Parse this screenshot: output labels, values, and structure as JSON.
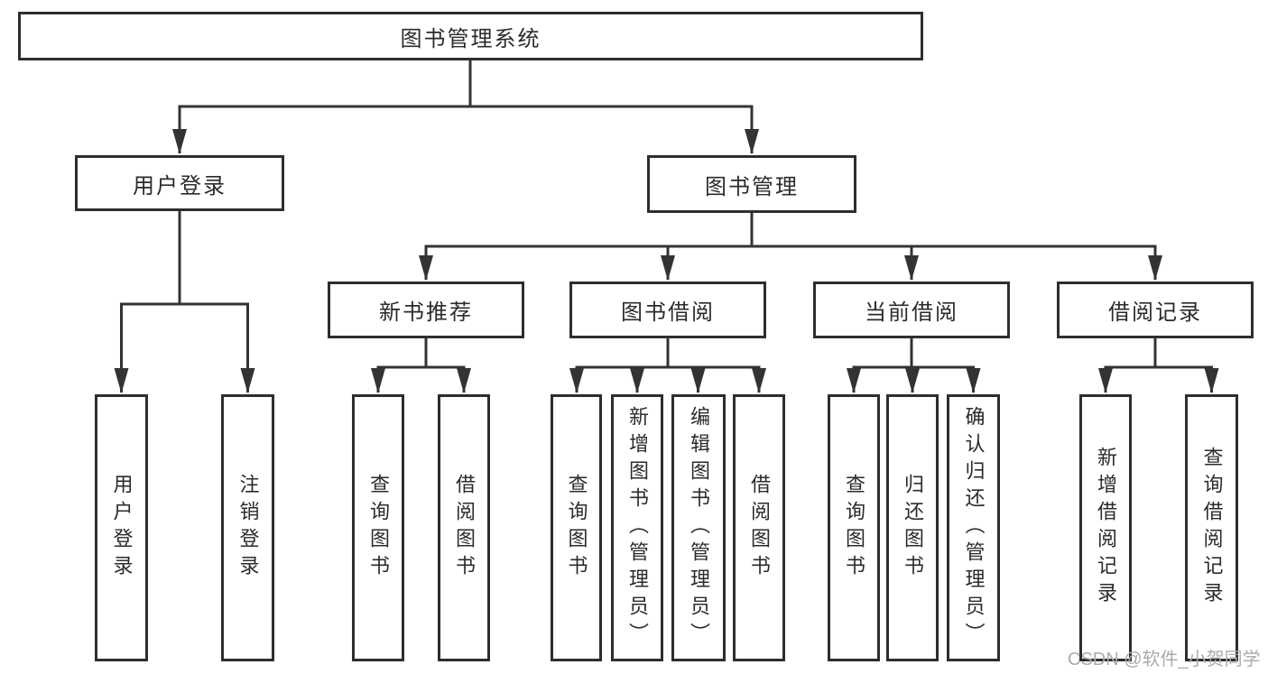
{
  "diagram": {
    "root": {
      "label": "图书管理系统"
    },
    "level2": {
      "user_login": {
        "label": "用户登录"
      },
      "book_management": {
        "label": "图书管理"
      }
    },
    "level3": {
      "new_book_recommend": {
        "label": "新书推荐"
      },
      "book_borrowing": {
        "label": "图书借阅"
      },
      "current_borrowing": {
        "label": "当前借阅"
      },
      "borrowing_records": {
        "label": "借阅记录"
      }
    },
    "leaves": {
      "user_login": {
        "label": "用户登录"
      },
      "logout": {
        "label": "注销登录"
      },
      "recommend_query_books": {
        "label": "查询图书"
      },
      "recommend_borrow_books": {
        "label": "借阅图书"
      },
      "borrowing_query_books": {
        "label": "查询图书"
      },
      "borrowing_add_books": {
        "label": "新增图书（管理员）"
      },
      "borrowing_edit_books": {
        "label": "编辑图书（管理员）"
      },
      "borrowing_borrow_books": {
        "label": "借阅图书"
      },
      "current_query_books": {
        "label": "查询图书"
      },
      "current_return_books": {
        "label": "归还图书"
      },
      "current_confirm_return": {
        "label": "确认归还（管理员）"
      },
      "records_add_record": {
        "label": "新增借阅记录"
      },
      "records_query_record": {
        "label": "查询借阅记录"
      }
    }
  },
  "watermark": {
    "text": "CSDN @软件_小贺同学"
  },
  "colors": {
    "line": "#333333",
    "border": "#2e2e2e",
    "text": "#2b2b2b",
    "background": "#ffffff",
    "watermark": "#ababab"
  }
}
